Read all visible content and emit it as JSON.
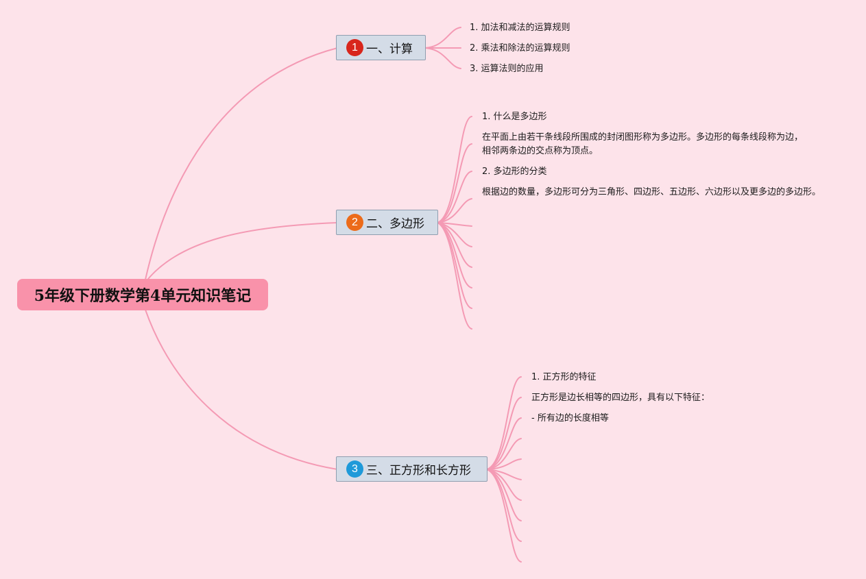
{
  "root": {
    "title": "5年级下册数学第4单元知识笔记"
  },
  "topics": [
    {
      "number": "1",
      "label": "一、计算",
      "badge_color": "#d8261c",
      "notes": [
        "1. 加法和减法的运算规则",
        "2. 乘法和除法的运算规则",
        "3. 运算法则的应用"
      ]
    },
    {
      "number": "2",
      "label": "二、多边形",
      "badge_color": "#ec6b1a",
      "notes": [
        "1. 什么是多边形",
        "在平面上由若干条线段所围成的封闭图形称为多边形。多边形的每条线段称为边，相邻两条边的交点称为顶点。",
        "2. 多边形的分类",
        "根据边的数量，多边形可分为三角形、四边形、五边形、六边形以及更多边的多边形。"
      ]
    },
    {
      "number": "3",
      "label": "三、正方形和长方形",
      "badge_color": "#1f9ad9",
      "notes": [
        "1. 正方形的特征",
        "正方形是边长相等的四边形，具有以下特征：",
        "- 所有边的长度相等"
      ]
    }
  ],
  "colors": {
    "background": "#fde3ea",
    "root_fill": "#f992aa",
    "topic_fill": "#d4dce7",
    "topic_border": "#8f9eb0",
    "connector": "#f49ab4"
  }
}
